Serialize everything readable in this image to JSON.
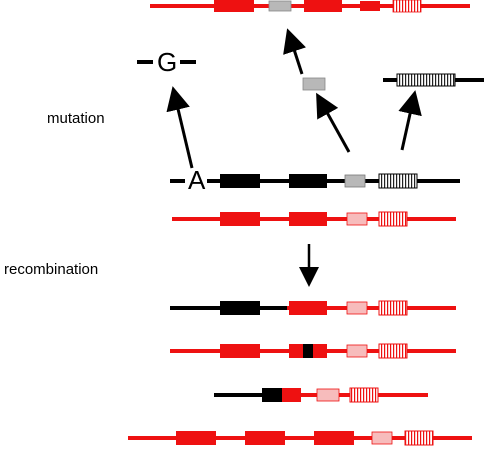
{
  "labels": {
    "mutation": "mutation",
    "recombination": "recombination"
  },
  "bases": {
    "mutated": "G",
    "original": "A"
  },
  "colors": {
    "black": "#000000",
    "red": "#ee1111",
    "gray": "#b8b8b8",
    "pink": "#f7bcbc"
  }
}
